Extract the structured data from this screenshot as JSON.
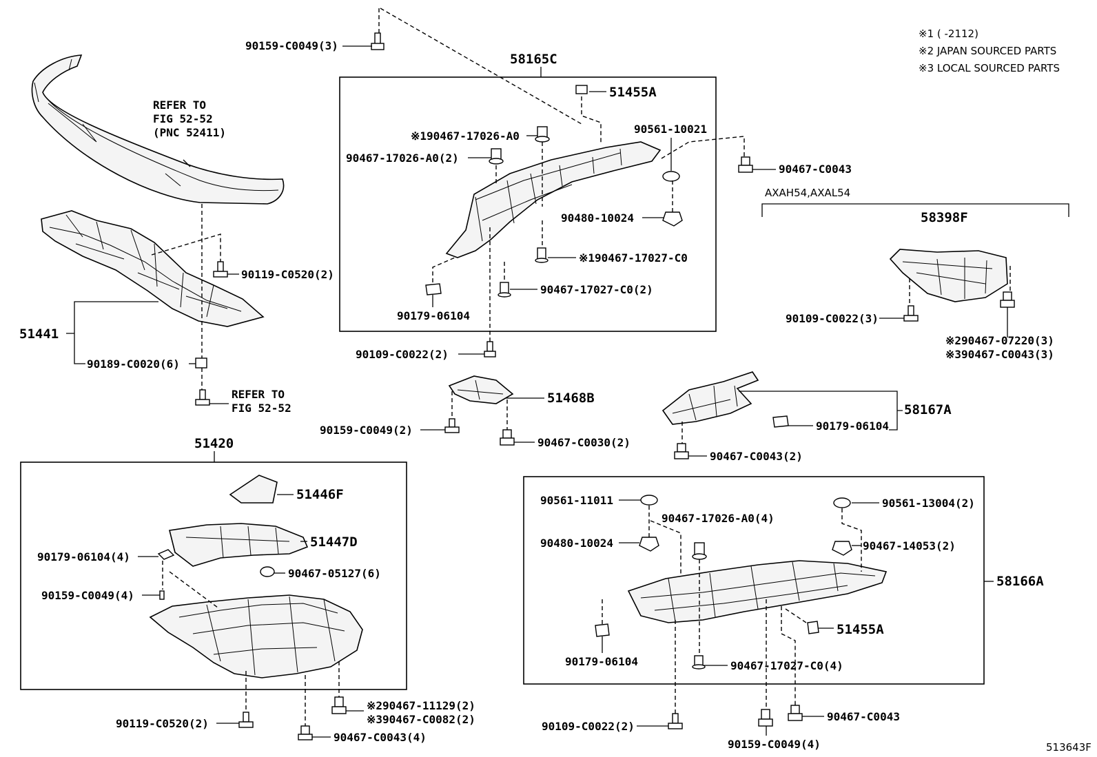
{
  "legend": {
    "note1": "※1 (      -2112)",
    "note2": "※2 JAPAN SOURCED PARTS",
    "note3": "※3 LOCAL SOURCED PARTS"
  },
  "bumper_note": {
    "line1": "REFER TO",
    "line2": "FIG 52-52",
    "line3": "(PNC 52411)"
  },
  "bottom_note": {
    "line1": "REFER TO",
    "line2": "FIG 52-52"
  },
  "variant_label": "AXAH54,AXAL54",
  "figure_id": "513643F",
  "labels": {
    "p58165C": "58165C",
    "p51455A_top": "51455A",
    "p90159_c0049_top": "90159-C0049(3)",
    "p190467_17026": "※190467-17026-A0",
    "p90467_17026_2": "90467-17026-A0(2)",
    "p90561_10021": "90561-10021",
    "p90467_c0043_r": "90467-C0043",
    "p90480_10024_top": "90480-10024",
    "p190467_17027": "※190467-17027-C0",
    "p90467_17027_2": "90467-17027-C0(2)",
    "p90179_06104_top": "90179-06104",
    "p90109_c0022_mid": "90109-C0022(2)",
    "p90119_c0520_top": "90119-C0520(2)",
    "p51441": "51441",
    "p90189_c0020": "90189-C0020(6)",
    "p58398F": "58398F",
    "p90109_c0022_r": "90109-C0022(3)",
    "p90467_07220": "※290467-07220(3)",
    "p90467_c0043_3": "※390467-C0043(3)",
    "p51468B": "51468B",
    "p90159_c0049_mid": "90159-C0049(2)",
    "p90467_c0030": "90467-C0030(2)",
    "p58167A": "58167A",
    "p90179_06104_r": "90179-06104",
    "p90467_c0043_mid": "90467-C0043(2)",
    "p51420": "51420",
    "p51446F": "51446F",
    "p51447D": "51447D",
    "p90179_06104_4": "90179-06104(4)",
    "p90467_05127": "90467-05127(6)",
    "p90159_c0049_4": "90159-C0049(4)",
    "p90467_11129": "※290467-11129(2)",
    "p90467_c0082": "※390467-C0082(2)",
    "p90119_c0520_bot": "90119-C0520(2)",
    "p90467_c0043_4": "90467-C0043(4)",
    "p58166A": "58166A",
    "p90561_11011": "90561-11011",
    "p90467_17026_4": "90467-17026-A0(4)",
    "p90561_13004": "90561-13004(2)",
    "p90480_10024_bot": "90480-10024",
    "p90467_14053": "90467-14053(2)",
    "p51455A_bot": "51455A",
    "p90179_06104_bot": "90179-06104",
    "p90467_17027_4": "90467-17027-C0(4)",
    "p90109_c0022_bot": "90109-C0022(2)",
    "p90467_c0043_bot": "90467-C0043",
    "p90159_c0049_bot": "90159-C0049(4)"
  }
}
